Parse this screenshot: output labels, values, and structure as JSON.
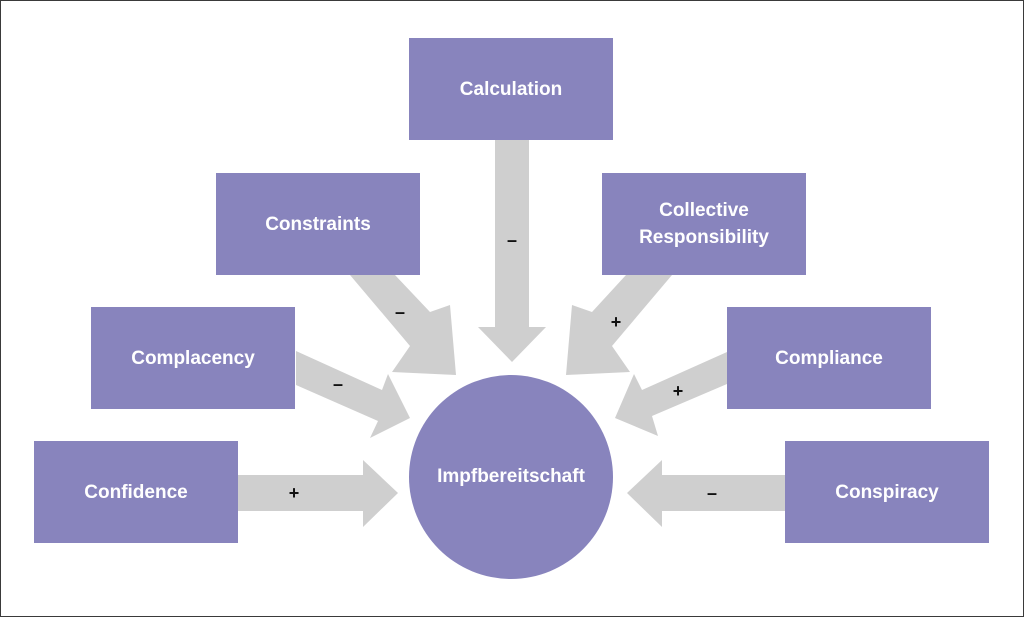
{
  "center": {
    "label": "Impfbereitschaft"
  },
  "factors": {
    "calculation": {
      "label": "Calculation",
      "sign": "–"
    },
    "constraints": {
      "label": "Constraints",
      "sign": "–"
    },
    "collective_responsibility": {
      "label_line1": "Collective",
      "label_line2": "Responsibility",
      "sign": "+"
    },
    "complacency": {
      "label": "Complacency",
      "sign": "–"
    },
    "compliance": {
      "label": "Compliance",
      "sign": "+"
    },
    "confidence": {
      "label": "Confidence",
      "sign": "+"
    },
    "conspiracy": {
      "label": "Conspiracy",
      "sign": "–"
    }
  },
  "colors": {
    "node_fill": "#8884bd",
    "arrow_fill": "#cfcfcf",
    "text": "#ffffff"
  }
}
